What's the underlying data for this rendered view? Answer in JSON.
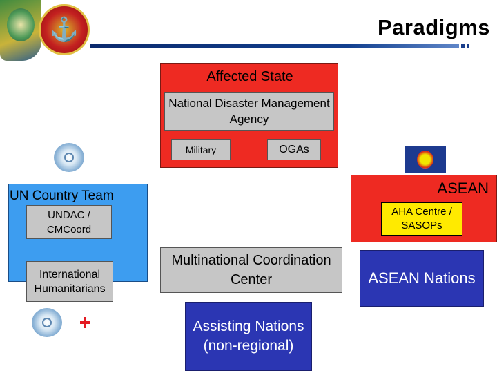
{
  "header": {
    "title": "Paradigms"
  },
  "affected_state": {
    "title": "Affected State",
    "ndma": "National Disaster Management Agency",
    "military": "Military",
    "ogas": "OGAs"
  },
  "un_country_team": {
    "title": "UN Country Team",
    "undac": "UNDAC / CMCoord",
    "international": "International Humanitarians"
  },
  "asean": {
    "title": "ASEAN",
    "aha_centre": "AHA Centre / SASOPs",
    "nations": "ASEAN Nations"
  },
  "center": {
    "mcc": "Multinational Coordination Center",
    "assisting": "Assisting Nations (non-regional)"
  },
  "icons": {
    "emblem_left": "military-emblem-icon",
    "emblem_right": "navy-anchor-emblem-icon",
    "un_top": "un-emblem-icon",
    "un_bottom": "un-emblem-icon",
    "red_cross": "red-cross-crescent-icon",
    "asean_flag": "asean-flag-icon"
  },
  "colors": {
    "affected_state": "#ee2a22",
    "un_country_team": "#3d9df0",
    "asean": "#ee2a22",
    "gray_box": "#c6c6c6",
    "navy_box": "#2b36b3",
    "aha_centre": "#ffea00"
  }
}
